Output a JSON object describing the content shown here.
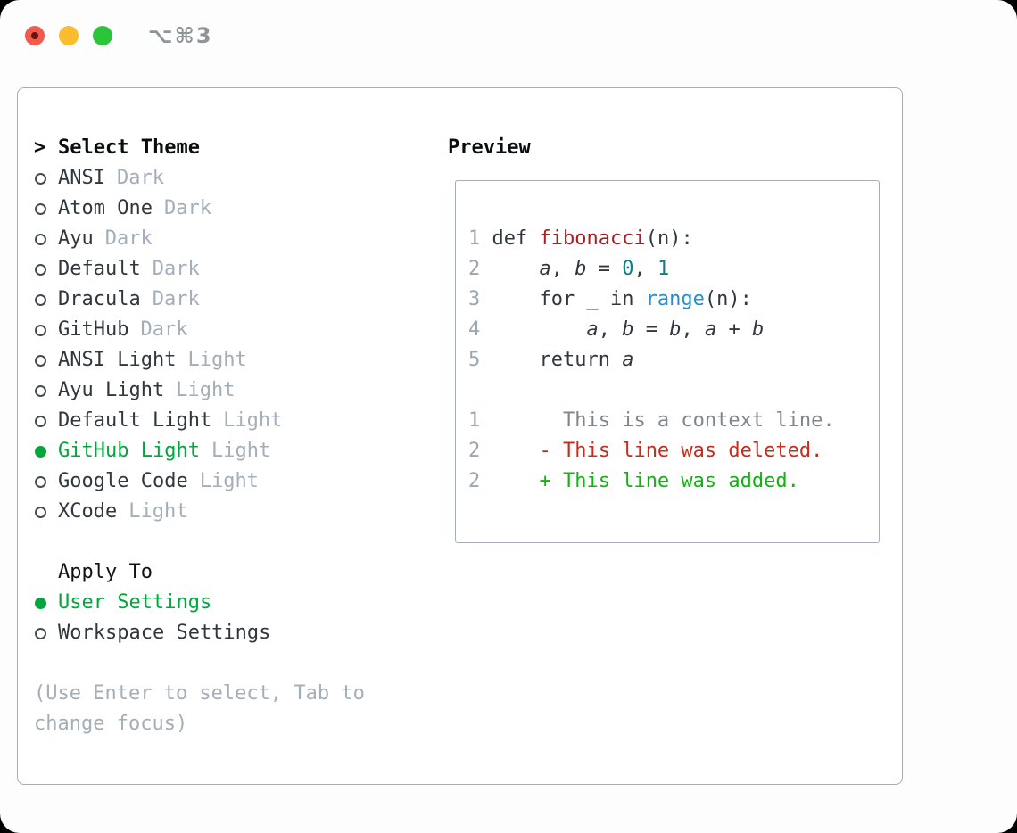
{
  "window": {
    "title": "⌥⌘3"
  },
  "theme_picker": {
    "header_prefix": ">",
    "header_label": "Select Theme",
    "themes": [
      {
        "label": "ANSI",
        "tag": "Dark",
        "selected": false
      },
      {
        "label": "Atom One",
        "tag": "Dark",
        "selected": false
      },
      {
        "label": "Ayu",
        "tag": "Dark",
        "selected": false
      },
      {
        "label": "Default",
        "tag": "Dark",
        "selected": false
      },
      {
        "label": "Dracula",
        "tag": "Dark",
        "selected": false
      },
      {
        "label": "GitHub",
        "tag": "Dark",
        "selected": false
      },
      {
        "label": "ANSI Light",
        "tag": "Light",
        "selected": false
      },
      {
        "label": "Ayu Light",
        "tag": "Light",
        "selected": false
      },
      {
        "label": "Default Light",
        "tag": "Light",
        "selected": false
      },
      {
        "label": "GitHub Light",
        "tag": "Light",
        "selected": true
      },
      {
        "label": "Google Code",
        "tag": "Light",
        "selected": false
      },
      {
        "label": "XCode",
        "tag": "Light",
        "selected": false
      }
    ],
    "apply_to_label": "Apply To",
    "apply_options": [
      {
        "label": "User Settings",
        "selected": true
      },
      {
        "label": "Workspace Settings",
        "selected": false
      }
    ],
    "hint": "(Use Enter to select, Tab to change focus)"
  },
  "preview": {
    "title": "Preview",
    "lines": [
      [
        [
          "ln",
          "1"
        ],
        [
          "fg",
          " def "
        ],
        [
          "fn",
          "fibonacci"
        ],
        [
          "fg",
          "(n):"
        ]
      ],
      [
        [
          "ln",
          "2"
        ],
        [
          "fg",
          "     "
        ],
        [
          "var",
          "a"
        ],
        [
          "fg",
          ", "
        ],
        [
          "var",
          "b"
        ],
        [
          "fg",
          " = "
        ],
        [
          "num",
          "0"
        ],
        [
          "fg",
          ", "
        ],
        [
          "num",
          "1"
        ]
      ],
      [
        [
          "ln",
          "3"
        ],
        [
          "fg",
          "     for _ in "
        ],
        [
          "blue",
          "range"
        ],
        [
          "fg",
          "(n):"
        ]
      ],
      [
        [
          "ln",
          "4"
        ],
        [
          "fg",
          "         "
        ],
        [
          "var",
          "a"
        ],
        [
          "fg",
          ", "
        ],
        [
          "var",
          "b"
        ],
        [
          "fg",
          " = "
        ],
        [
          "var",
          "b"
        ],
        [
          "fg",
          ", "
        ],
        [
          "var",
          "a"
        ],
        [
          "fg",
          " + "
        ],
        [
          "var",
          "b"
        ]
      ],
      [
        [
          "ln",
          "5"
        ],
        [
          "fg",
          "     return "
        ],
        [
          "var",
          "a"
        ]
      ],
      [],
      [
        [
          "ln",
          "1"
        ],
        [
          "fg",
          "       "
        ],
        [
          "ctx",
          "This is a context line."
        ]
      ],
      [
        [
          "ln",
          "2"
        ],
        [
          "fg",
          "     "
        ],
        [
          "del",
          "- This line was deleted."
        ]
      ],
      [
        [
          "ln",
          "2"
        ],
        [
          "fg",
          "     "
        ],
        [
          "add",
          "+ This line was added."
        ]
      ]
    ]
  },
  "colors": {
    "accent_green": "#00a83c",
    "added_green": "#10b410",
    "deleted_red": "#cc2a1a",
    "function_red": "#aa1e23",
    "builtin_blue": "#2590cf",
    "number_teal": "#0e7e86",
    "text_dark": "#31373e",
    "muted_gray": "#a4aeb9",
    "context_gray": "#7f868e",
    "panel_border": "#a6adb6",
    "traffic_red": "#f4594e",
    "traffic_yellow": "#fcbc2d",
    "traffic_green": "#2bc538"
  }
}
